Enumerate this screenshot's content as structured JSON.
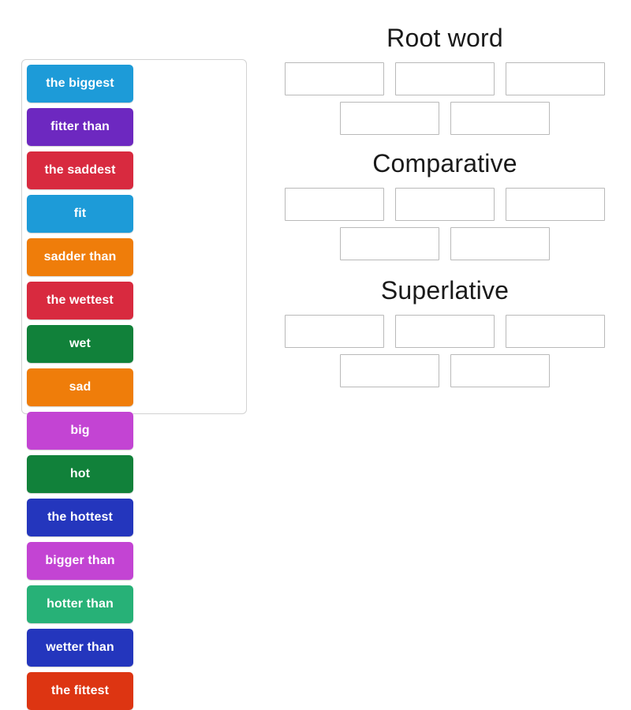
{
  "activity": {
    "type": "group-sort",
    "background_color": "#ffffff"
  },
  "tray": {
    "name": "word-tiles-tray",
    "border_color": "#d2d2d2",
    "tiles": [
      {
        "label": "the biggest",
        "color": "#1d9bd8",
        "text_color": "#ffffff"
      },
      {
        "label": "fitter than",
        "color": "#6d28c0",
        "text_color": "#ffffff"
      },
      {
        "label": "the saddest",
        "color": "#d82a3f",
        "text_color": "#ffffff"
      },
      {
        "label": "fit",
        "color": "#1d9bd8",
        "text_color": "#ffffff"
      },
      {
        "label": "sadder than",
        "color": "#ef7d0a",
        "text_color": "#ffffff"
      },
      {
        "label": "the wettest",
        "color": "#d82a3f",
        "text_color": "#ffffff"
      },
      {
        "label": "wet",
        "color": "#11813a",
        "text_color": "#ffffff"
      },
      {
        "label": "sad",
        "color": "#ef7d0a",
        "text_color": "#ffffff"
      },
      {
        "label": "big",
        "color": "#c344d3",
        "text_color": "#ffffff"
      },
      {
        "label": "hot",
        "color": "#11813a",
        "text_color": "#ffffff"
      },
      {
        "label": "the hottest",
        "color": "#2436bd",
        "text_color": "#ffffff"
      },
      {
        "label": "bigger than",
        "color": "#c344d3",
        "text_color": "#ffffff"
      },
      {
        "label": "hotter than",
        "color": "#27b177",
        "text_color": "#ffffff"
      },
      {
        "label": "wetter than",
        "color": "#2436bd",
        "text_color": "#ffffff"
      },
      {
        "label": "the fittest",
        "color": "#dd3512",
        "text_color": "#ffffff"
      }
    ]
  },
  "categories": [
    {
      "title": "Root word",
      "rows": [
        [
          {
            "value": ""
          },
          {
            "value": ""
          },
          {
            "value": ""
          }
        ],
        [
          {
            "value": ""
          },
          {
            "value": ""
          }
        ]
      ]
    },
    {
      "title": "Comparative",
      "rows": [
        [
          {
            "value": ""
          },
          {
            "value": ""
          },
          {
            "value": ""
          }
        ],
        [
          {
            "value": ""
          },
          {
            "value": ""
          }
        ]
      ]
    },
    {
      "title": "Superlative",
      "rows": [
        [
          {
            "value": ""
          },
          {
            "value": ""
          },
          {
            "value": ""
          }
        ],
        [
          {
            "value": ""
          },
          {
            "value": ""
          }
        ]
      ]
    }
  ]
}
